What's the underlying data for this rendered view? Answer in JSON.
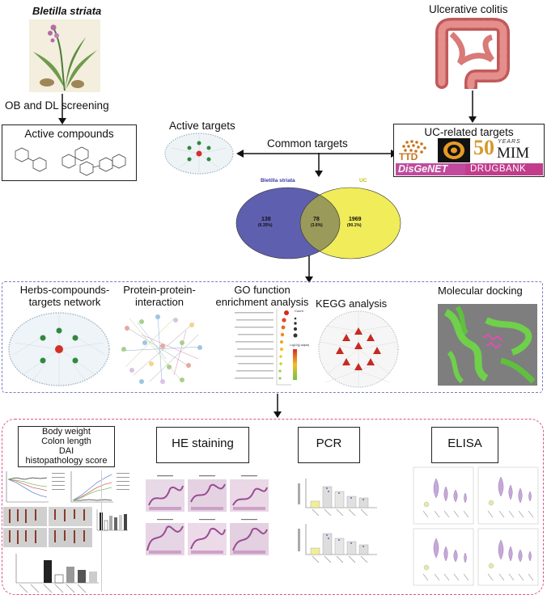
{
  "top": {
    "herb_title": "Bletilla striata",
    "disease_title": "Ulcerative colitis",
    "screening_label": "OB and DL screening",
    "active_compounds": "Active compounds",
    "active_targets": "Active targets",
    "common_targets": "Common targets",
    "uc_targets": "UC-related targets"
  },
  "databases": {
    "ttd": "TTD",
    "omim_years": "YEARS",
    "omim_number": "50",
    "omim_name": "MIM",
    "disgenet": "DisGeNET",
    "drugbank": "DRUGBANK"
  },
  "venn": {
    "left_label": "Bletilla striata",
    "right_label": "UC",
    "left_count": "138",
    "left_pct": "(6.35%)",
    "mid_count": "78",
    "mid_pct": "(3.6%)",
    "right_count": "1969",
    "right_pct": "(90.1%)",
    "left_color": "#5f5fb0",
    "right_color": "#f0ec5a",
    "overlap_color": "#9a9a5a"
  },
  "analysis": {
    "network": "Herbs-compounds-targets network",
    "ppi": "Protein-protein-interaction",
    "go": "GO function enrichment analysis",
    "kegg": "KEGG analysis",
    "docking": "Molecular docking",
    "go_count": "Count",
    "go_padj": "Log10(p.adjust)"
  },
  "experiments": {
    "body_weight": "Body weight",
    "colon_length": "Colon length",
    "dai": "DAI",
    "histo": "histopathology score",
    "he": "HE staining",
    "pcr": "PCR",
    "elisa": "ELISA"
  },
  "colors": {
    "analysis_border": "#7a7ac8",
    "experiment_border": "#d9558a",
    "arrow": "#111111"
  }
}
